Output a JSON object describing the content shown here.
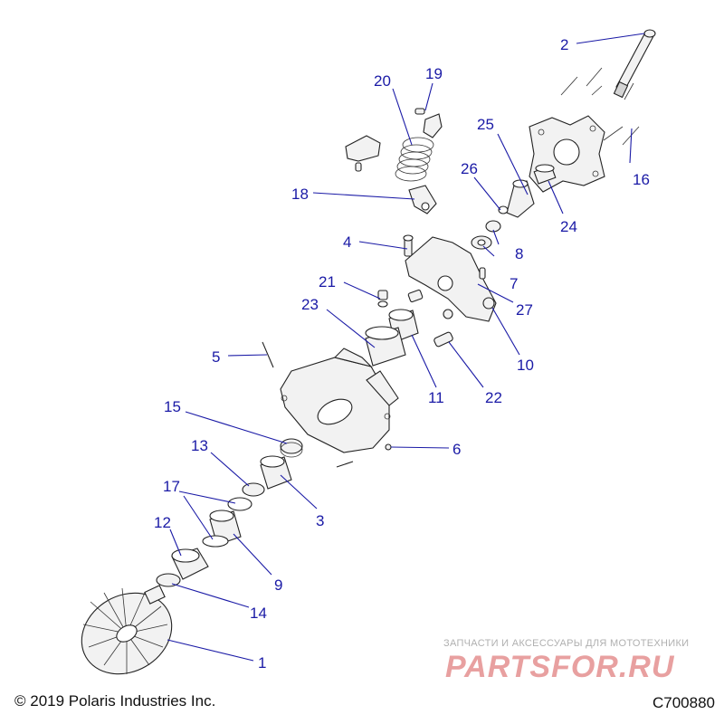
{
  "diagram": {
    "callouts": [
      {
        "id": "1",
        "label": "1"
      },
      {
        "id": "2",
        "label": "2"
      },
      {
        "id": "3",
        "label": "3"
      },
      {
        "id": "4",
        "label": "4"
      },
      {
        "id": "5",
        "label": "5"
      },
      {
        "id": "6",
        "label": "6"
      },
      {
        "id": "7",
        "label": "7"
      },
      {
        "id": "8",
        "label": "8"
      },
      {
        "id": "9",
        "label": "9"
      },
      {
        "id": "10",
        "label": "10"
      },
      {
        "id": "11",
        "label": "11"
      },
      {
        "id": "12",
        "label": "12"
      },
      {
        "id": "13",
        "label": "13"
      },
      {
        "id": "14",
        "label": "14"
      },
      {
        "id": "15",
        "label": "15"
      },
      {
        "id": "16",
        "label": "16"
      },
      {
        "id": "17",
        "label": "17"
      },
      {
        "id": "18",
        "label": "18"
      },
      {
        "id": "19",
        "label": "19"
      },
      {
        "id": "20",
        "label": "20"
      },
      {
        "id": "21",
        "label": "21"
      },
      {
        "id": "22",
        "label": "22"
      },
      {
        "id": "23",
        "label": "23"
      },
      {
        "id": "24",
        "label": "24"
      },
      {
        "id": "25",
        "label": "25"
      },
      {
        "id": "26",
        "label": "26"
      },
      {
        "id": "27",
        "label": "27"
      }
    ],
    "callout_color": "#1a1aa6"
  },
  "footer": {
    "copyright": "© 2019 Polaris Industries Inc.",
    "drawing_id": "C700880"
  },
  "watermark": {
    "caption": "ЗАПЧАСТИ И АКСЕССУАРЫ ДЛЯ МОТОТЕХНИКИ",
    "logo_text": "PARTSFOR.RU",
    "color": "#e8a0a0"
  }
}
